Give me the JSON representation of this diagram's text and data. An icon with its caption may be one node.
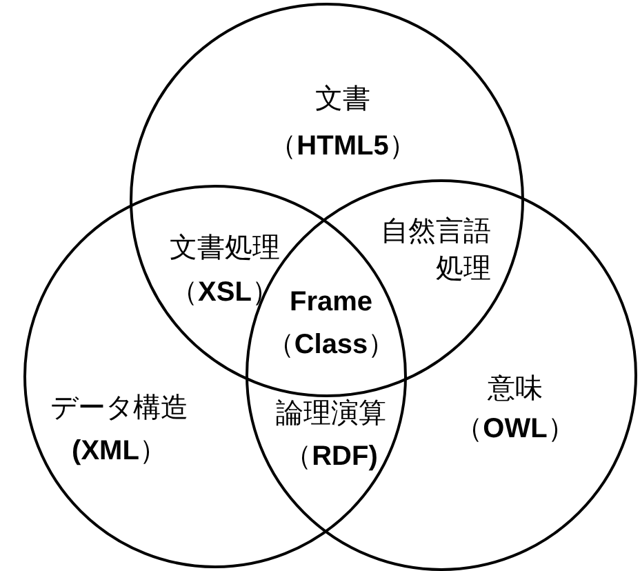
{
  "diagram": {
    "nodes": [
      {
        "text": [
          "文書",
          "（**HTML5**）"
        ]
      },
      {
        "text": [
          "データ構造",
          "**(XML**）"
        ]
      },
      {
        "text": [
          "意味",
          "（**OWL**）"
        ]
      }
    ],
    "labels": [
      "文書処理",
      "（**XSL**）",
      "自然言語処理",
      "**Frame**",
      "（**Class**）",
      "論理演算",
      "（**RDF)**"
    ]
  }
}
